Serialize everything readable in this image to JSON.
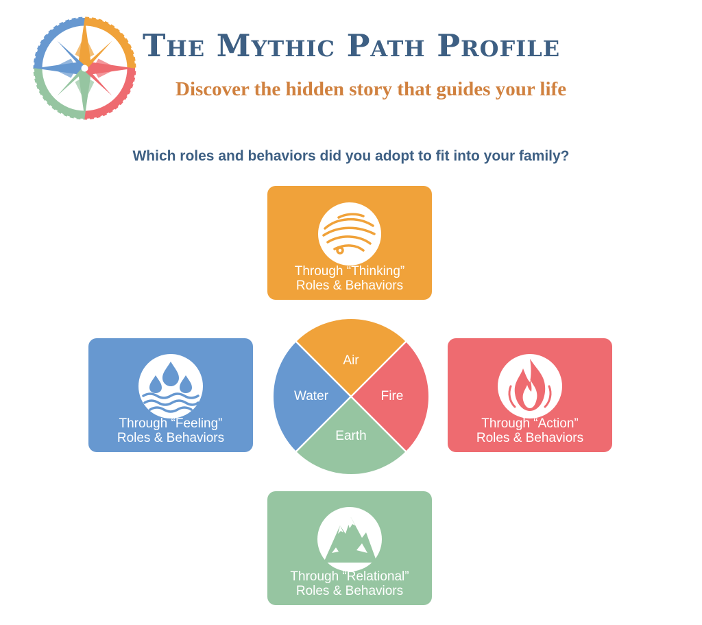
{
  "header": {
    "title": "The Mythic Path Profile",
    "subtitle": "Discover the hidden story that guides your life"
  },
  "question": "Which roles and behaviors did you adopt to fit into your family?",
  "cards": {
    "thinking": {
      "line1": "Through “Thinking”",
      "line2": "Roles & Behaviors",
      "icon": "air-wind-icon"
    },
    "feeling": {
      "line1": "Through “Feeling”",
      "line2": "Roles & Behaviors",
      "icon": "water-drops-icon"
    },
    "action": {
      "line1": "Through “Action”",
      "line2": "Roles & Behaviors",
      "icon": "fire-flame-icon"
    },
    "relational": {
      "line1": "Through “Relational”",
      "line2": "Roles & Behaviors",
      "icon": "earth-mountain-icon"
    }
  },
  "wheel": {
    "air": "Air",
    "water": "Water",
    "fire": "Fire",
    "earth": "Earth"
  },
  "colors": {
    "title": "#3d5f83",
    "subtitle": "#d0813f",
    "air": "#f0a23a",
    "water": "#6798d0",
    "fire": "#ee6b70",
    "earth": "#96c5a1"
  }
}
